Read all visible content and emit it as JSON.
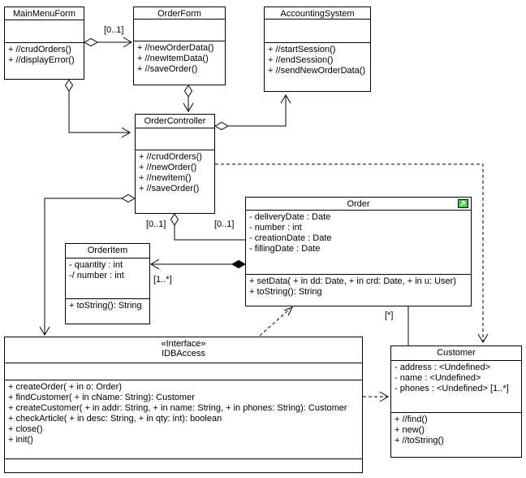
{
  "diagram": {
    "classes": {
      "mainMenuForm": {
        "name": "MainMenuForm",
        "attributes": [],
        "methods": [
          "+ //crudOrders()",
          "+ //displayError()"
        ]
      },
      "orderForm": {
        "name": "OrderForm",
        "attributes": [],
        "methods": [
          "+ //newOrderData()",
          "+ //newItemData()",
          "+ //saveOrder()"
        ]
      },
      "accountingSystem": {
        "name": "AccountingSystem",
        "attributes": [],
        "methods": [
          "+ //startSession()",
          "+ //endSession()",
          "+ //sendNewOrderData()"
        ]
      },
      "orderController": {
        "name": "OrderController",
        "attributes": [],
        "methods": [
          "+ //crudOrders()",
          "+ //newOrder()",
          "+ //newItem()",
          "+ //saveOrder()"
        ]
      },
      "order": {
        "name": "Order",
        "icon": "link-overlay-icon",
        "attributes": [
          "- deliveryDate : Date",
          "- number : int",
          "- creationDate : Date",
          "- fillingDate : Date"
        ],
        "methods": [
          "+ setData( + in dd: Date,  + in crd: Date,  + in u: User)",
          "+ toString(): String"
        ]
      },
      "orderItem": {
        "name": "OrderItem",
        "attributes": [
          "- quantity : int",
          "-/ number : int"
        ],
        "methods": [
          "+ toString(): String"
        ]
      },
      "idbAccess": {
        "stereotype": "«Interface»",
        "name": "IDBAccess",
        "attributes": [],
        "methods": [
          "+ createOrder( + in o: Order)",
          "+ findCustomer( + in cName: String): Customer",
          "+ createCustomer( + in addr: String,  + in name: String,  + in phones: String): Customer",
          "+ checkArticle( + in desc: String,  + in qty: int): boolean",
          "+ close()",
          "+ init()"
        ]
      },
      "customer": {
        "name": "Customer",
        "attributes": [
          "- address : <Undefined>",
          "- name : <Undefined>",
          "- phones : <Undefined> [1..*]"
        ],
        "methods": [
          "+ //find()",
          "+ new()",
          "+ //toString()"
        ]
      }
    },
    "multiplicities": {
      "mainMenuForm_orderForm": "[0..1]",
      "orderController_order_near": "[0..1]",
      "orderController_order_far": "[0..1]",
      "order_orderItem": "[1..*]",
      "order_customer": "[*]"
    },
    "colors": {
      "line": "#000000",
      "background": "#ffffff",
      "icon_green": "#3ed43e"
    }
  }
}
